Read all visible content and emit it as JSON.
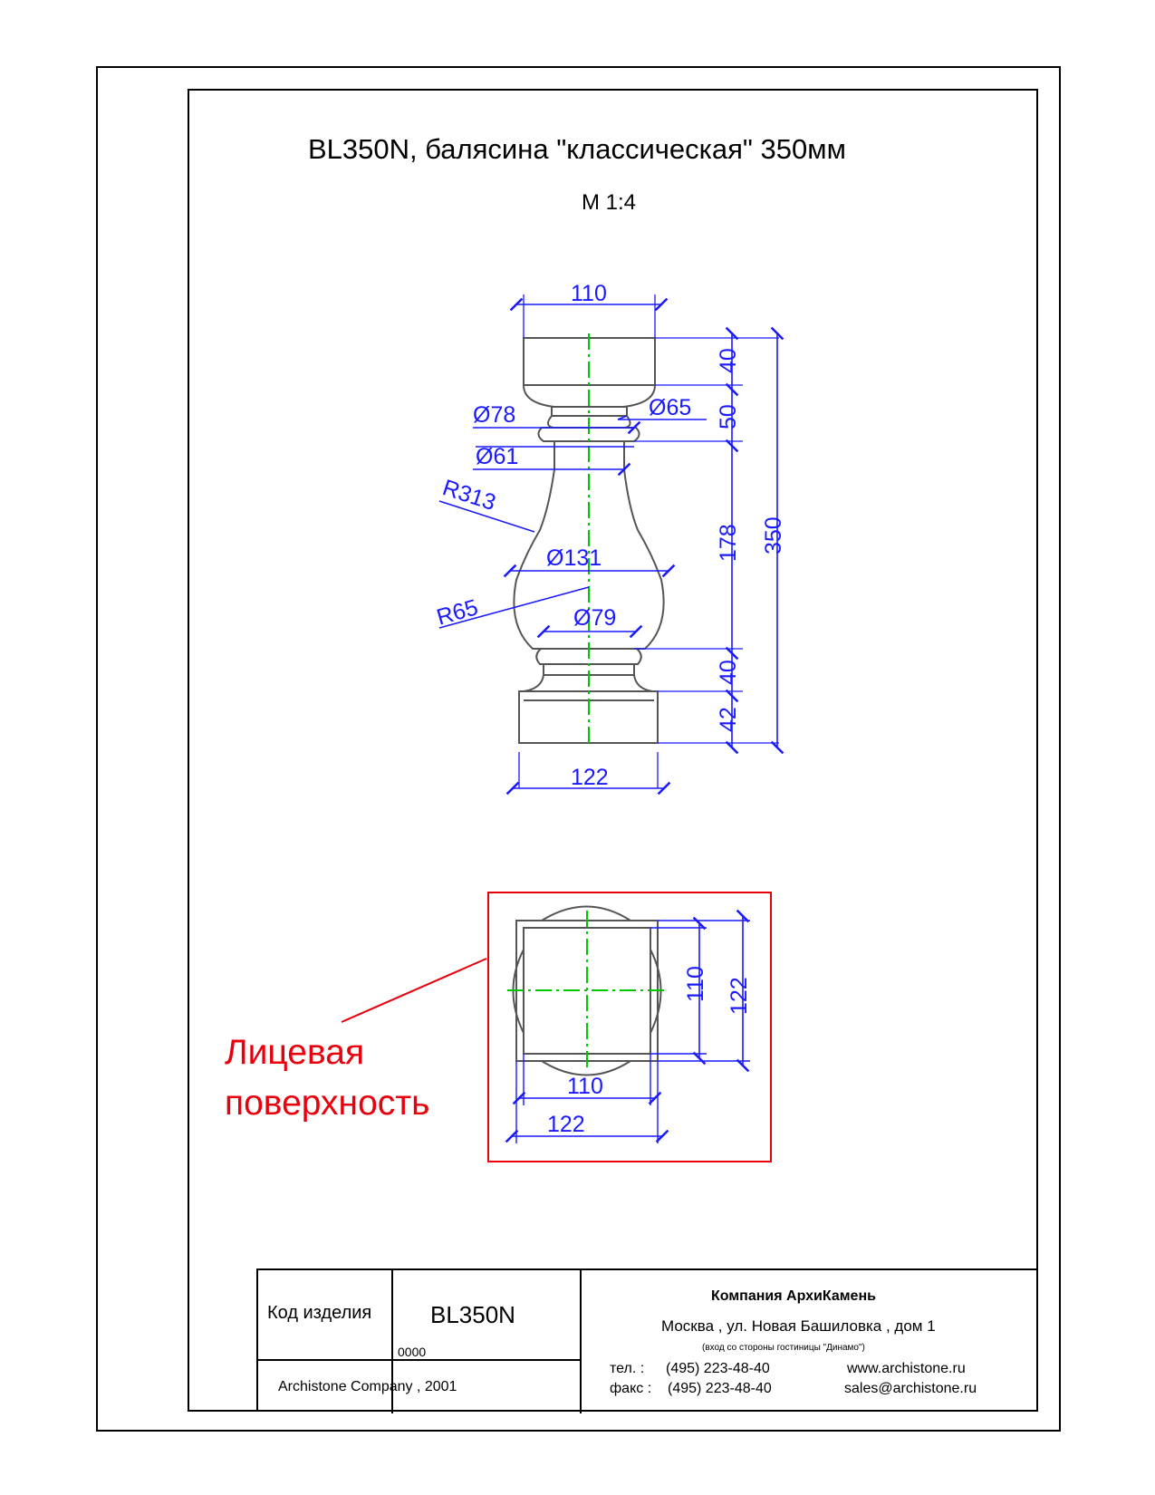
{
  "drawing": {
    "title": "BL350N, балясина \"классическая\" 350мм",
    "scale": "М 1:4",
    "facial_label_line1": "Лицевая",
    "facial_label_line2": "поверхность",
    "dimensions": {
      "top_width": "110",
      "bottom_width": "122",
      "h_cap": "40",
      "h_neck": "50",
      "h_body": "178",
      "h_collar": "40",
      "h_base": "42",
      "h_total": "350",
      "d78": "Ø78",
      "d65": "Ø65",
      "d61": "Ø61",
      "d131": "Ø131",
      "d79": "Ø79",
      "r313": "R313",
      "r65": "R65",
      "plan_110_v": "110",
      "plan_122_v": "122",
      "plan_110_h": "110",
      "plan_122_h": "122"
    },
    "colors": {
      "dimension": "#1a19ff",
      "axis": "#00c800",
      "highlight": "#e8000d",
      "outline": "#555555"
    }
  },
  "title_block": {
    "code_label": "Код изделия",
    "code_value": "BL350N",
    "code_small": "0000",
    "copyright": "Archistone  Company ,  2001",
    "company": "Компания  АрхиКамень",
    "address": "Москва , ул. Новая Башиловка , дом 1",
    "address_note": "(вход со стороны гостиницы \"Динамо\")",
    "phone_label": "тел.   :",
    "phone_value": "(495) 223-48-40",
    "fax_label": "факс :",
    "fax_value": "(495) 223-48-40",
    "website": "www.archistone.ru",
    "email": "sales@archistone.ru"
  }
}
